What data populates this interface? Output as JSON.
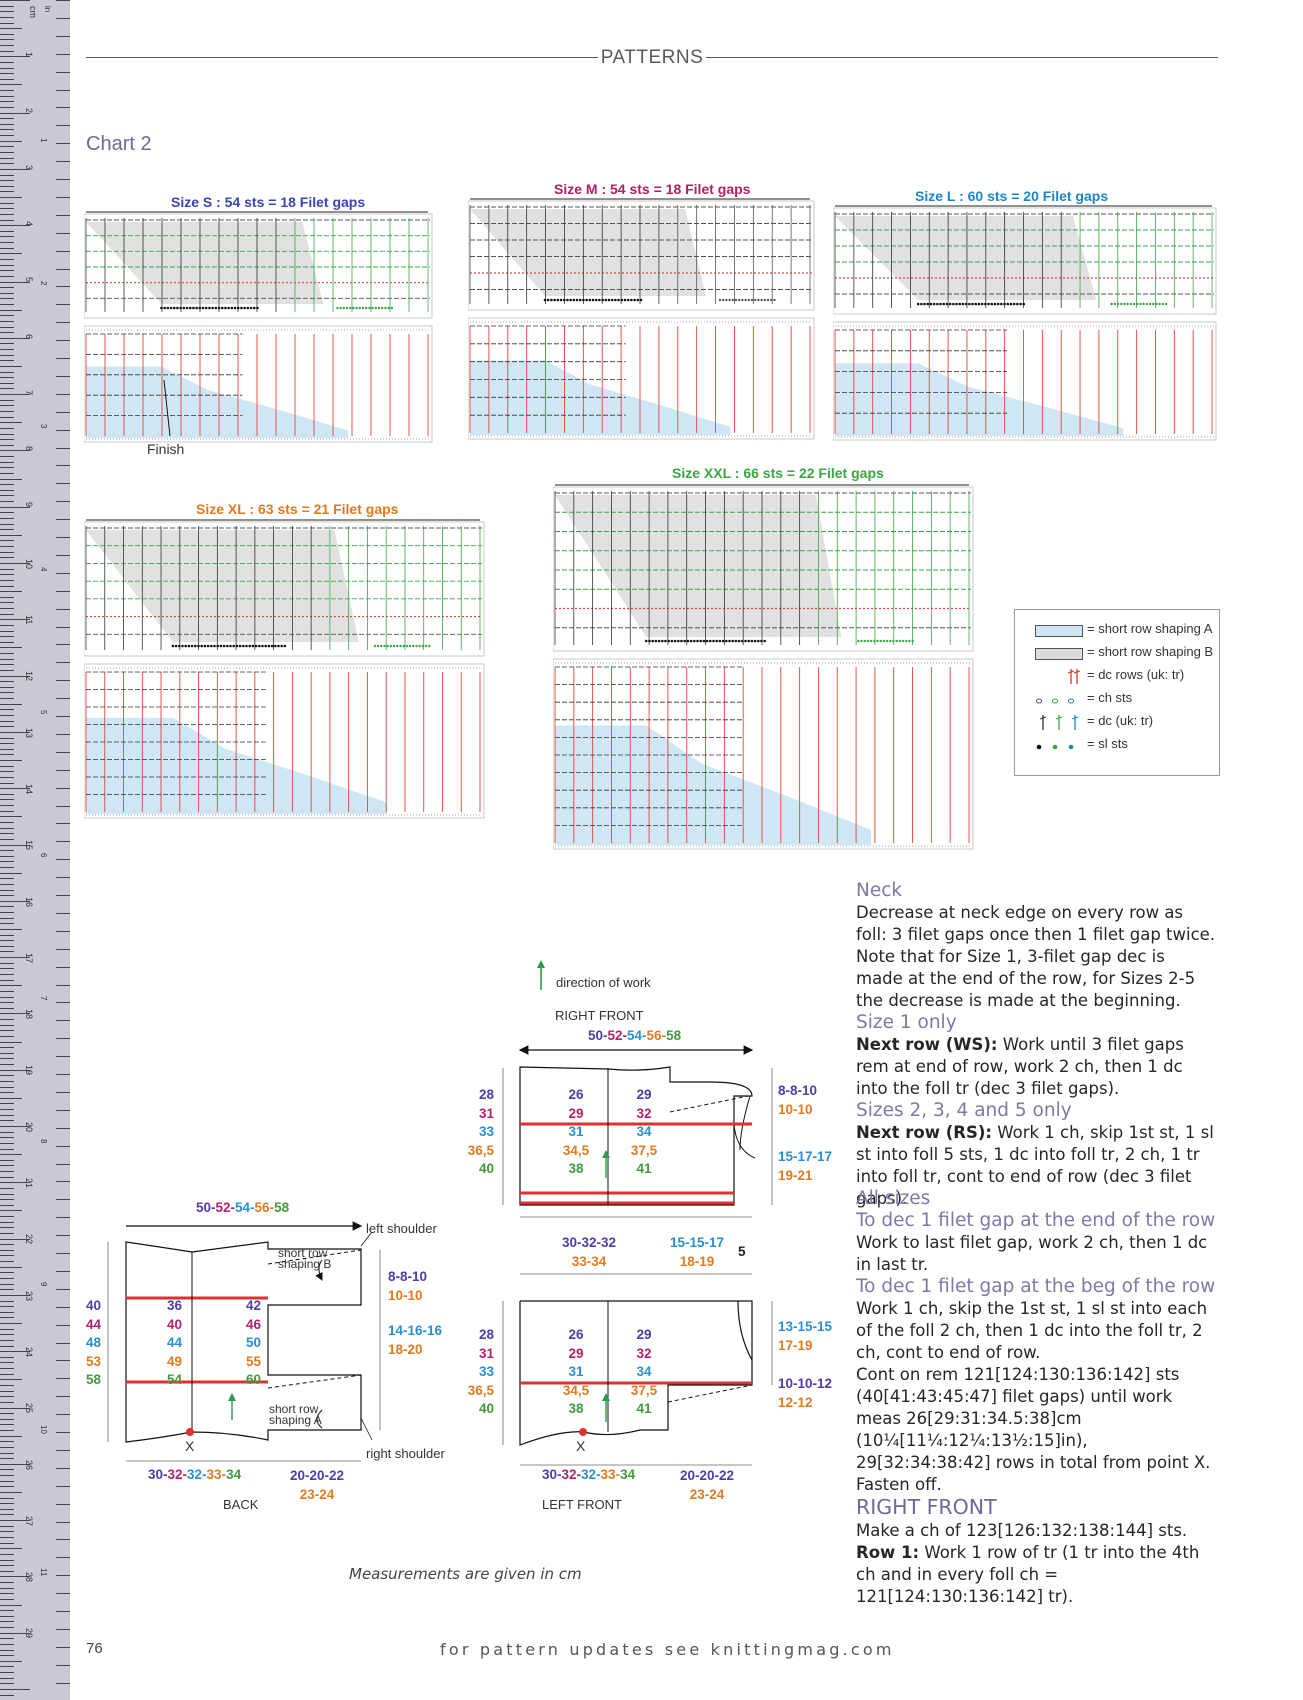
{
  "header": {
    "title": "PATTERNS"
  },
  "chart_title": "Chart 2",
  "ruler": {
    "unit_cm": "cm",
    "unit_in": "in",
    "cm_marks": [
      "1",
      "2",
      "3",
      "4",
      "5",
      "6",
      "7",
      "8",
      "9",
      "10",
      "11",
      "12",
      "13",
      "14",
      "15",
      "16",
      "17",
      "18",
      "19",
      "20",
      "21",
      "22",
      "23",
      "24",
      "25",
      "26",
      "27",
      "28",
      "29"
    ],
    "in_marks": [
      "1",
      "2",
      "3",
      "4",
      "5",
      "6",
      "7",
      "8",
      "9",
      "10",
      "11"
    ]
  },
  "charts": [
    {
      "title": "Size S : 54 sts = 18 Filet gaps",
      "color": "#3a46b0"
    },
    {
      "title": "Size M : 54 sts = 18 Filet gaps",
      "color": "#b21f63"
    },
    {
      "title": "Size L : 60 sts = 20 Filet gaps",
      "color": "#1c86c7"
    },
    {
      "title": "Size XL : 63 sts = 21 Filet gaps",
      "color": "#e2791c"
    },
    {
      "title": "Size XXL : 66 sts = 22 Filet gaps",
      "color": "#3aa641"
    }
  ],
  "finish_label": "Finish",
  "legend": {
    "items": [
      {
        "text": "= short row shaping A"
      },
      {
        "text": "= short row shaping B"
      },
      {
        "text": "= dc rows (uk: tr)"
      },
      {
        "text": "= ch sts"
      },
      {
        "text": "= dc (uk: tr)"
      },
      {
        "text": "= sl sts"
      }
    ],
    "colors": {
      "shaping_a": "#cfe6f4",
      "shaping_b": "#dcdcdc",
      "red": "#e2453a"
    }
  },
  "text": {
    "neck_heading": "Neck",
    "neck_body": "Decrease at neck edge on every row as foll: 3 filet gaps once then 1 filet gap twice. Note that for Size 1, 3-filet gap dec is made at the end of the row, for Sizes 2-5 the decrease is made at the beginning.",
    "size1_heading": "Size 1 only",
    "size1_bold": "Next row (WS):",
    "size1_body": " Work until 3 filet gaps rem at end of row, work 2 ch, then 1 dc into the foll tr (dec 3 filet gaps).",
    "sizes_heading": "Sizes 2, 3, 4 and 5 only",
    "sizes_bold": "Next row (RS):",
    "sizes_body": " Work 1 ch, skip 1st st, 1 sl st into foll 5 sts, 1 dc into foll tr, 2 ch, 1 tr into foll tr, cont to end of row (dec 3 filet gaps).",
    "all_heading": "All sizes",
    "dec_end_heading": "To dec 1 filet gap at the end of the row",
    "dec_end_body": "Work to last filet gap, work 2 ch, then 1 dc in last tr.",
    "dec_beg_heading": "To dec 1 filet gap at the beg of the row",
    "dec_beg_body": "Work 1 ch, skip the 1st st, 1 sl st into each of the foll 2 ch, then 1 dc into the foll tr, 2 ch, cont to end of row.",
    "cont_body": "Cont on rem 121[124:130:136:142] sts (40[41:43:45:47] filet gaps) until work meas 26[29:31:34.5:38]cm (10¼[11¼:12¼:13½:15]in), 29[32:34:38:42] rows in total from point X. Fasten off.",
    "right_front_heading": "RIGHT FRONT",
    "right_front_body": "Make a ch of 123[126:132:138:144] sts.",
    "row1_bold": "Row 1:",
    "row1_body": " Work 1 row of tr (1 tr into the 4th ch and in every foll ch = 121[124:130:136:142] tr)."
  },
  "diagrams": {
    "direction_label": "direction of work",
    "back": {
      "name": "BACK",
      "top_width": [
        "50-",
        "52-",
        "54-",
        "56-",
        "58"
      ],
      "left_shoulder": "left shoulder",
      "right_shoulder": "right shoulder",
      "short_row_b": "short row shaping B",
      "short_row_a": "short row shaping A",
      "left_col": [
        "40",
        "44",
        "48",
        "53",
        "58"
      ],
      "mid_col1": [
        "36",
        "40",
        "44",
        "49",
        "54"
      ],
      "mid_col2": [
        "42",
        "46",
        "50",
        "55",
        "60"
      ],
      "r1": [
        "8-8-10",
        "10-10"
      ],
      "r2": [
        "14-16-16",
        "18-20"
      ],
      "bottom1": [
        "30-",
        "32-",
        "32-",
        "33-",
        "34"
      ],
      "bottom2": [
        "20-20-22",
        "23-24"
      ],
      "x_label": "X"
    },
    "right_front": {
      "name": "RIGHT FRONT",
      "top_width": [
        "50-",
        "52-",
        "54-",
        "56-",
        "58"
      ],
      "left_col": [
        "28",
        "31",
        "33",
        "36,5",
        "40"
      ],
      "mid_col1": [
        "26",
        "29",
        "31",
        "34,5",
        "38"
      ],
      "mid_col2": [
        "29",
        "32",
        "34",
        "37,5",
        "41"
      ],
      "r1": [
        "8-8-10",
        "10-10"
      ],
      "r2": [
        "15-17-17",
        "19-21"
      ],
      "bottom1": [
        "30-32-32",
        "33-34"
      ],
      "bottom2": [
        "15-15-17",
        "18-19"
      ],
      "five": "5"
    },
    "left_front": {
      "name": "LEFT FRONT",
      "left_col": [
        "28",
        "31",
        "33",
        "36,5",
        "40"
      ],
      "mid_col1": [
        "26",
        "29",
        "31",
        "34,5",
        "38"
      ],
      "mid_col2": [
        "29",
        "32",
        "34",
        "37,5",
        "41"
      ],
      "r1": [
        "13-15-15",
        "17-19"
      ],
      "r2": [
        "10-10-12",
        "12-12"
      ],
      "bottom1": [
        "30-",
        "32-",
        "32-",
        "33-",
        "34"
      ],
      "bottom2": [
        "20-20-22",
        "23-24"
      ],
      "x_label": "X"
    },
    "size_colors": [
      "#4a3fa8",
      "#b0236a",
      "#2a8fd0",
      "#e07b22",
      "#3f9c3a"
    ]
  },
  "caption": "Measurements are given in cm",
  "page_number": "76",
  "footer": "for pattern updates see knittingmag.com"
}
